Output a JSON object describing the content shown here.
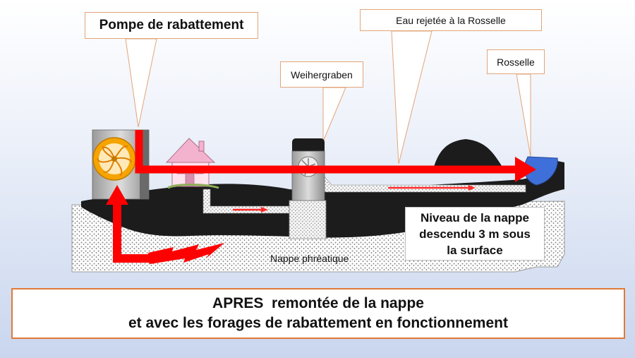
{
  "labels": {
    "pump": "Pompe de rabattement",
    "water_discharged": "Eau rejetée à la Rosselle",
    "weihergraben": "Weihergraben",
    "rosselle": "Rosselle",
    "water_table": "Nappe phréatique",
    "level_note": [
      "Niveau de la nappe",
      "descendu 3 m sous",
      "la surface"
    ]
  },
  "caption": {
    "line1": "APRES  remontée de la nappe",
    "line2": "et avec les forages de rabattement en fonctionnement"
  },
  "colors": {
    "flow_arrow": "#ff0000",
    "callout_border": "#e2a57a",
    "caption_border": "#e07a38",
    "river": "#3f6fd8",
    "ground": "#1c1c1c"
  },
  "icons": [
    "pump-wheel-icon",
    "house-icon",
    "lightning-arrow-icon"
  ]
}
